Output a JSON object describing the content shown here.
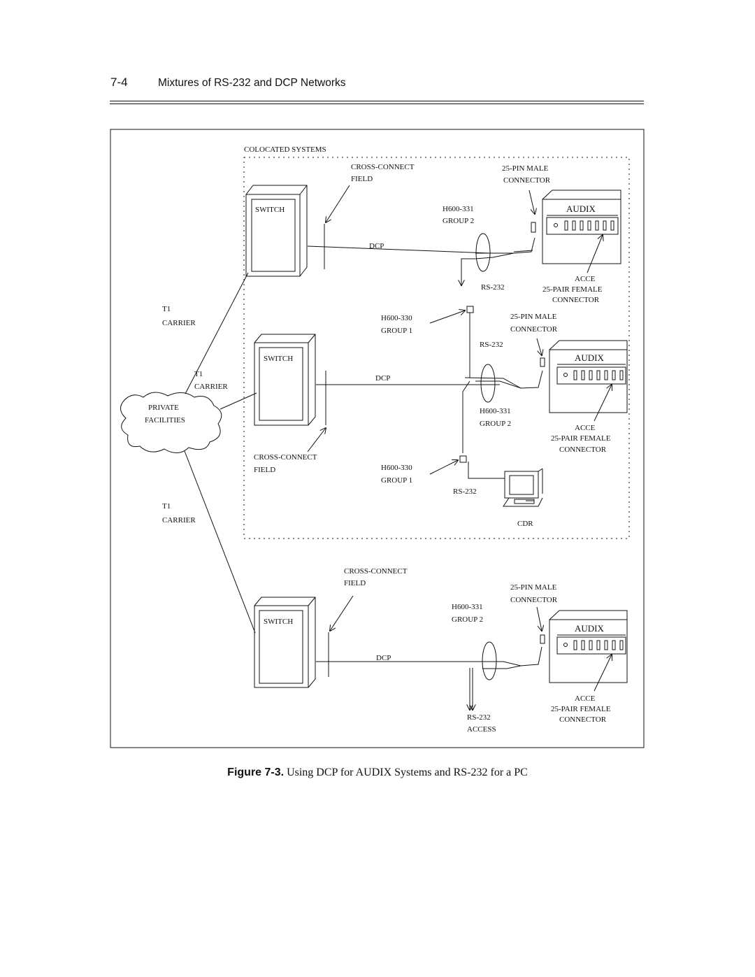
{
  "header": {
    "section_number": "7-4",
    "section_title": "Mixtures of RS-232 and DCP Networks"
  },
  "caption": {
    "prefix": "Figure 7-3.",
    "text": "Using DCP for AUDIX Systems and RS-232 for a PC"
  },
  "diagram": {
    "colocated_label": "COLOCATED SYSTEMS",
    "t1_label": "T1",
    "carrier_label": "CARRIER",
    "private_facilities": [
      "PRIVATE",
      "FACILITIES"
    ],
    "switch_label": "SWITCH",
    "cross_connect_label": "CROSS-CONNECT",
    "field_label": "FIELD",
    "dcp_label": "DCP",
    "h600_331": "H600-331",
    "h600_330": "H600-330",
    "group_1": "GROUP 1",
    "group_2": "GROUP 2",
    "rs232": "RS-232",
    "pin_male": "25-PIN MALE",
    "connector": "CONNECTOR",
    "audix": "AUDIX",
    "acce": "ACCE",
    "pair_female": "25-PAIR FEMALE",
    "cdr": "CDR",
    "access": "ACCESS"
  }
}
